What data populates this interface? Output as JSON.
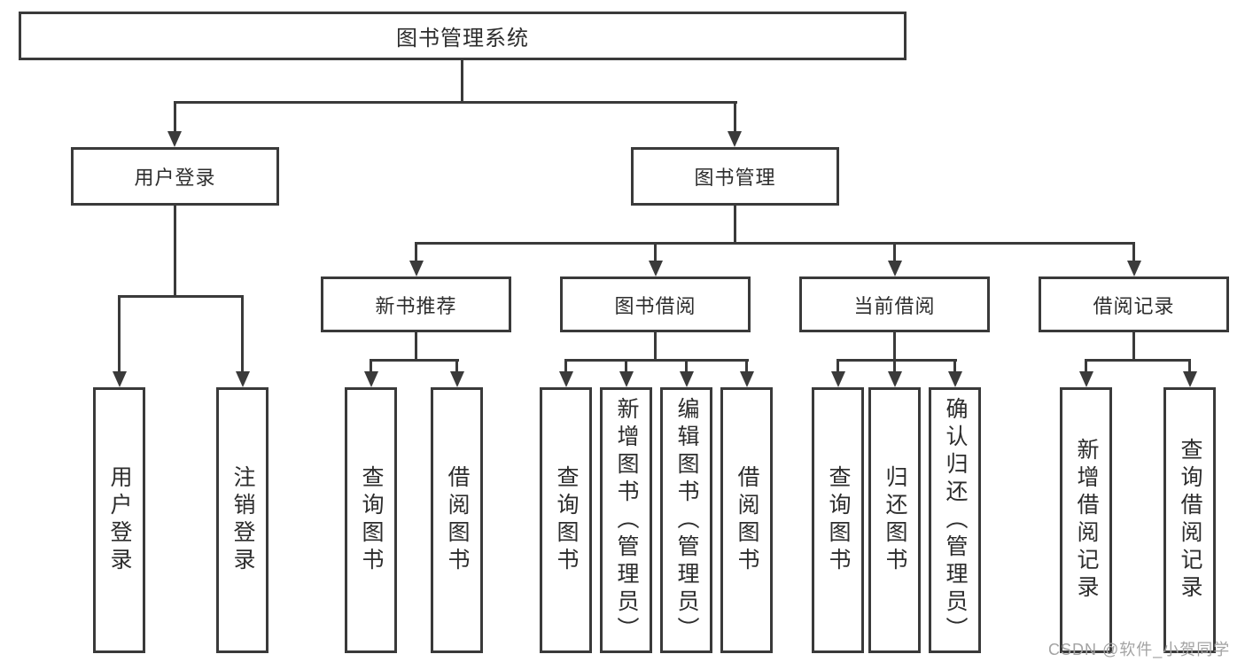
{
  "diagram": {
    "root": "图书管理系统",
    "level2": {
      "user_login": "用户登录",
      "book_management": "图书管理"
    },
    "level3": {
      "new_book_recommend": "新书推荐",
      "book_borrow": "图书借阅",
      "current_borrow": "当前借阅",
      "borrow_records": "借阅记录"
    },
    "leaves": {
      "g1": [
        "用户登录",
        "注销登录"
      ],
      "g2": [
        "查询图书",
        "借阅图书"
      ],
      "g3": [
        "查询图书",
        "新增图书（管理员）",
        "编辑图书（管理员）",
        "借阅图书"
      ],
      "g4": [
        "查询图书",
        "归还图书",
        "确认归还（管理员）"
      ],
      "g5": [
        "新增借阅记录",
        "查询借阅记录"
      ]
    }
  },
  "watermark": "CSDN @软件_小贺同学",
  "colors": {
    "line": "#3a3a3a",
    "text": "#2d2d2d",
    "watermark": "#a3a3a3",
    "background": "#ffffff"
  }
}
